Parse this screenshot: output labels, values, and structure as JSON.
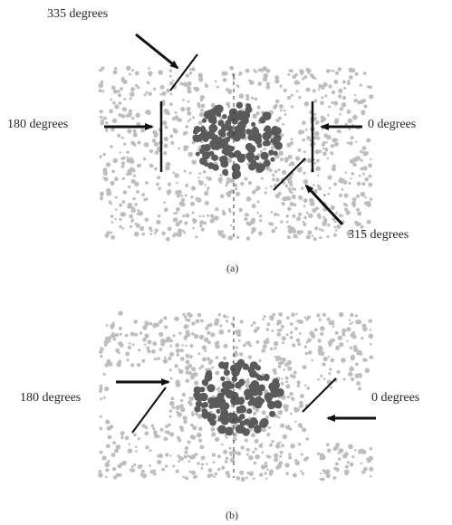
{
  "panel_a": {
    "labels": {
      "deg_335": "335 degrees",
      "deg_180": "180 degrees",
      "deg_0": "0 degrees",
      "deg_315": "315 degrees"
    },
    "caption": "(a)"
  },
  "panel_b": {
    "labels": {
      "deg_180": "180 degrees",
      "deg_0": "0 degrees"
    },
    "caption": "(b)"
  },
  "colors": {
    "background": "#ffffff",
    "outer_dots": "#bdbdbd",
    "cluster_dots": "#5a5a5a",
    "arrows": "#111111",
    "axis_dash": "#333333"
  }
}
